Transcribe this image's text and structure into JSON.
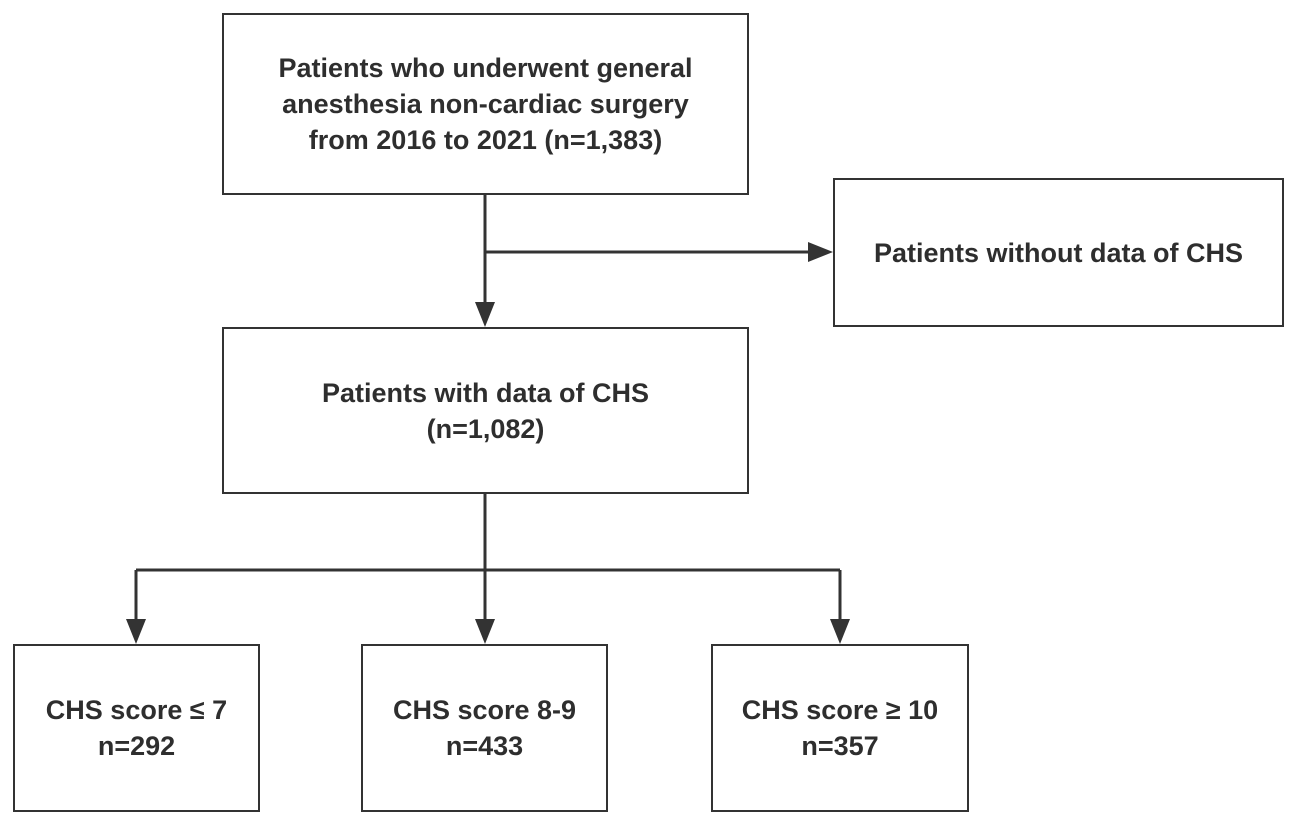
{
  "boxes": {
    "initial": {
      "lines": [
        "Patients who underwent general",
        "anesthesia non-cardiac surgery",
        "from 2016 to 2021 (n=1,383)"
      ]
    },
    "excluded": {
      "lines": [
        "Patients without data of CHS"
      ]
    },
    "included": {
      "lines": [
        "Patients with data of CHS",
        "(n=1,082)"
      ]
    },
    "group_low": {
      "lines": [
        "CHS score ≤ 7",
        "n=292"
      ]
    },
    "group_mid": {
      "lines": [
        "CHS score 8-9",
        "n=433"
      ]
    },
    "group_high": {
      "lines": [
        "CHS score ≥ 10",
        "n=357"
      ]
    }
  }
}
